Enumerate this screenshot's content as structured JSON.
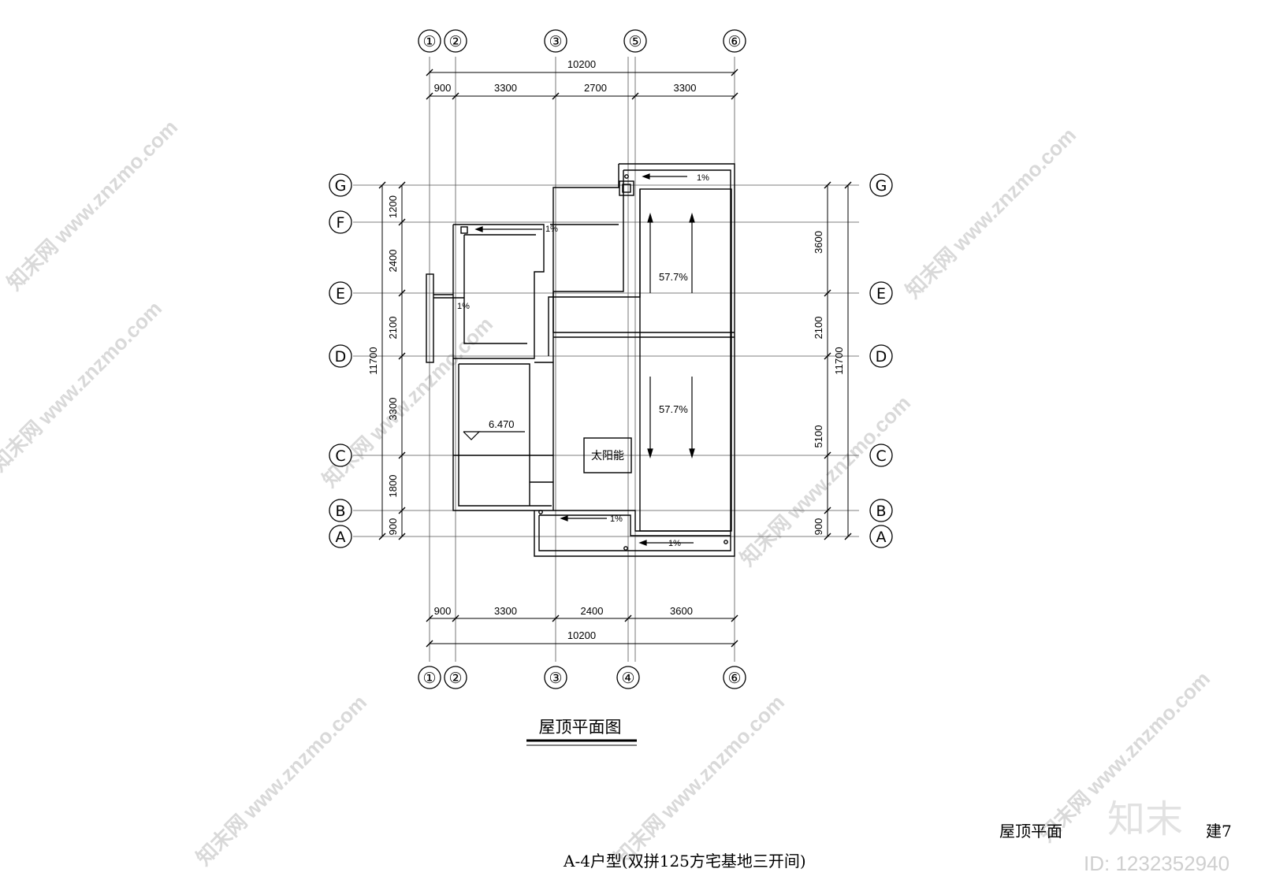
{
  "top_axes": [
    {
      "id": "t1",
      "label": "①"
    },
    {
      "id": "t2",
      "label": "②"
    },
    {
      "id": "t3",
      "label": "③"
    },
    {
      "id": "t5",
      "label": "⑤"
    },
    {
      "id": "t6",
      "label": "⑥"
    }
  ],
  "bottom_axes": [
    {
      "id": "b1",
      "label": "①"
    },
    {
      "id": "b2",
      "label": "②"
    },
    {
      "id": "b3",
      "label": "③"
    },
    {
      "id": "b4",
      "label": "④"
    },
    {
      "id": "b6",
      "label": "⑥"
    }
  ],
  "left_axes": [
    "G",
    "F",
    "E",
    "D",
    "C",
    "B",
    "A"
  ],
  "right_axes": [
    "G",
    "E",
    "D",
    "C",
    "B",
    "A"
  ],
  "dims": {
    "top_total": "10200",
    "top": [
      "900",
      "3300",
      "2700",
      "3300"
    ],
    "bottom_total": "10200",
    "bottom": [
      "900",
      "3300",
      "2400",
      "3600"
    ],
    "left_total": "11700",
    "left": [
      "1200",
      "2400",
      "2100",
      "3300",
      "1800",
      "900"
    ],
    "right_total": "11700",
    "right": [
      "3600",
      "2100",
      "5100",
      "900"
    ]
  },
  "annotations": {
    "slope_upper": "57.7%",
    "slope_lower": "57.7%",
    "gutter_top": "1%",
    "gutter_left_top": "1%",
    "gutter_left_side": "1%",
    "gutter_bottom_mid": "1%",
    "gutter_bottom_right": "1%",
    "elevation": "6.470",
    "solar_box": "太阳能"
  },
  "title": "屋顶平面图",
  "title_block": {
    "sheet_name": "屋顶平面",
    "sheet_no": "建7",
    "project": "A-4户型(双拼125方宅基地三开间)"
  },
  "watermark": {
    "url": "www.znzmo.com",
    "brand": "知末",
    "brand_net": "知末网",
    "id": "ID: 1232352940"
  },
  "colors": {
    "line": "#000000",
    "grid": "#555555",
    "watermark": "#d9d9d9"
  }
}
